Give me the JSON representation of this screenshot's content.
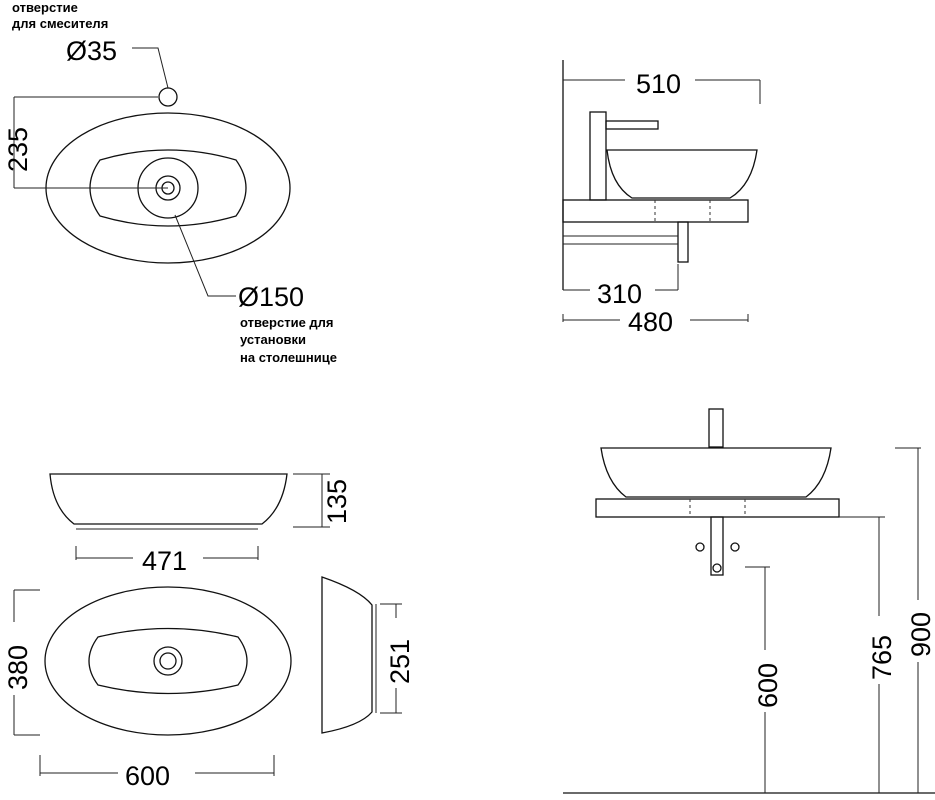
{
  "top_view": {
    "mixer_hole": {
      "diameter": "Ø35",
      "note_line1": "отверстие",
      "note_line2": "для смесителя"
    },
    "width_dim": "235",
    "mount_hole": {
      "diameter": "Ø150",
      "note_line1": "отверстие для",
      "note_line2": "установки",
      "note_line3": "на столешнице"
    }
  },
  "side_view_top": {
    "dim_top": "510",
    "dim_mid": "310",
    "dim_bottom": "480"
  },
  "front_view": {
    "height_dim": "135",
    "base_dim": "471"
  },
  "plan_view": {
    "width_dim": "380",
    "length_dim": "600"
  },
  "side_profile": {
    "depth_dim": "251"
  },
  "elevation": {
    "dim_600": "600",
    "dim_765": "765",
    "dim_900": "900"
  }
}
